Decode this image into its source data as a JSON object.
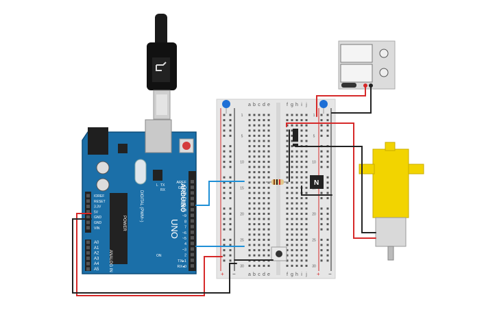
{
  "arduino": {
    "brand": "ARDUINO",
    "model": "UNO",
    "digital_header": "DIGITAL (PWM~)",
    "power_header": "POWER",
    "analog_header": "ANALOG IN",
    "on_label": "ON",
    "tx_label": "TX",
    "rx_label": "RX",
    "l_label": "L",
    "digital_pins": [
      "AREF",
      "GND",
      "13",
      "12",
      "~11",
      "~10",
      "~9",
      "8",
      "7",
      "~6",
      "~5",
      "4",
      "~3",
      "2",
      "TX▸1",
      "RX◂0"
    ],
    "power_pins": [
      "IOREF",
      "RESET",
      "3.3V",
      "5V",
      "GND",
      "GND",
      "VIN"
    ],
    "analog_pins": [
      "A0",
      "A1",
      "A2",
      "A3",
      "A4",
      "A5"
    ],
    "board_color": "#1b6fa8"
  },
  "breadboard": {
    "columns_left": [
      "a",
      "b",
      "c",
      "d",
      "e"
    ],
    "columns_right": [
      "f",
      "g",
      "h",
      "i",
      "j"
    ],
    "row_numbers": [
      "1",
      "5",
      "10",
      "15",
      "20",
      "25",
      "30"
    ],
    "plus": "+",
    "minus": "−",
    "rail_red": "#d62828",
    "rail_black": "#222222"
  },
  "components": {
    "transistor_label": "N",
    "power_supply": "DC power supply",
    "motor": "DC gear motor",
    "pushbutton": "pushbutton",
    "resistor": "resistor",
    "diode": "diode"
  },
  "wire_colors": {
    "red": "#d62828",
    "black": "#222222",
    "blue": "#1e8fd6"
  }
}
